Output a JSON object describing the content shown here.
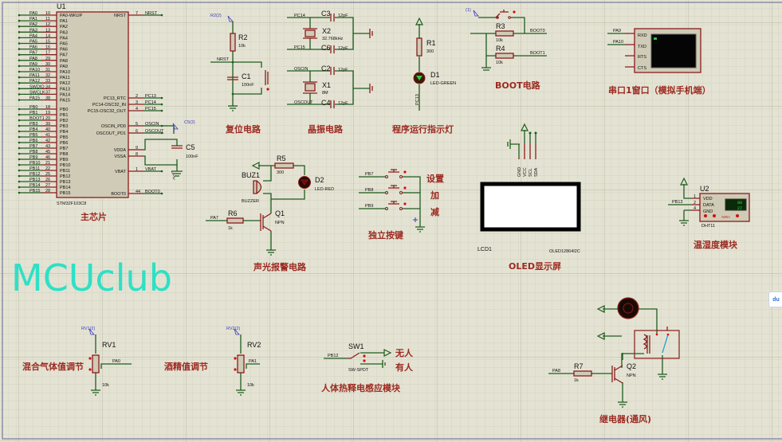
{
  "watermark": "MCUclub",
  "mcu": {
    "ref": "U1",
    "part": "STM32F103C8",
    "title": "主芯片",
    "left_pins": [
      {
        "net": "PA0",
        "num": "10",
        "name": "PA0-WKUP"
      },
      {
        "net": "PA1",
        "num": "11",
        "name": "PA1"
      },
      {
        "net": "PA2",
        "num": "12",
        "name": "PA2"
      },
      {
        "net": "PA3",
        "num": "13",
        "name": "PA3"
      },
      {
        "net": "PA4",
        "num": "14",
        "name": "PA4"
      },
      {
        "net": "PA5",
        "num": "15",
        "name": "PA5"
      },
      {
        "net": "PA6",
        "num": "16",
        "name": "PA6"
      },
      {
        "net": "PA7",
        "num": "17",
        "name": "PA7"
      },
      {
        "net": "PA8",
        "num": "29",
        "name": "PA8"
      },
      {
        "net": "PA9",
        "num": "30",
        "name": "PA9"
      },
      {
        "net": "PA10",
        "num": "31",
        "name": "PA10"
      },
      {
        "net": "PA11",
        "num": "32",
        "name": "PA11"
      },
      {
        "net": "PA12",
        "num": "33",
        "name": "PA12"
      },
      {
        "net": "SWDIO",
        "num": "34",
        "name": "PA13"
      },
      {
        "net": "SWCLK",
        "num": "37",
        "name": "PA14"
      },
      {
        "net": "PA15",
        "num": "38",
        "name": "PA15"
      },
      {
        "net": "PB0",
        "num": "18",
        "name": "PB0"
      },
      {
        "net": "PB1",
        "num": "19",
        "name": "PB1"
      },
      {
        "net": "BOOT1",
        "num": "20",
        "name": "PB2"
      },
      {
        "net": "PB3",
        "num": "39",
        "name": "PB3"
      },
      {
        "net": "PB4",
        "num": "40",
        "name": "PB4"
      },
      {
        "net": "PB5",
        "num": "41",
        "name": "PB5"
      },
      {
        "net": "PB6",
        "num": "42",
        "name": "PB6"
      },
      {
        "net": "PB7",
        "num": "43",
        "name": "PB7"
      },
      {
        "net": "PB8",
        "num": "45",
        "name": "PB8"
      },
      {
        "net": "PB9",
        "num": "46",
        "name": "PB9"
      },
      {
        "net": "PB10",
        "num": "21",
        "name": "PB10"
      },
      {
        "net": "PB11",
        "num": "22",
        "name": "PB11"
      },
      {
        "net": "PB12",
        "num": "25",
        "name": "PB12"
      },
      {
        "net": "PB13",
        "num": "26",
        "name": "PB13"
      },
      {
        "net": "PB14",
        "num": "27",
        "name": "PB14"
      },
      {
        "net": "PB15",
        "num": "28",
        "name": "PB15"
      }
    ],
    "right_pins": [
      {
        "net": "NRST",
        "num": "7",
        "name": "NRST"
      },
      {
        "net": "PC13",
        "num": "2",
        "name": "PC13_RTC"
      },
      {
        "net": "PC14",
        "num": "3",
        "name": "PC14-OSC32_IN"
      },
      {
        "net": "PC15",
        "num": "4",
        "name": "PC15-OSC32_OUT"
      },
      {
        "net": "OSCIN",
        "num": "5",
        "name": "OSCIN_PD0"
      },
      {
        "net": "OSCOUT",
        "num": "6",
        "name": "OSCOUT_PD1"
      },
      {
        "net": "",
        "num": "9",
        "name": "VDDA"
      },
      {
        "net": "",
        "num": "8",
        "name": "VSSA"
      },
      {
        "net": "VBAT",
        "num": "1",
        "name": "VBAT"
      },
      {
        "net": "BOOT0",
        "num": "44",
        "name": "BOOT0"
      }
    ],
    "c5": {
      "ref": "C5",
      "value": "100nF",
      "probe": "C5(2)"
    }
  },
  "reset": {
    "title": "复位电路",
    "probe": "R2(2)",
    "r_ref": "R2",
    "r_val": "10k",
    "net": "NRST",
    "c_ref": "C1",
    "c_val": "100nF"
  },
  "crystal": {
    "title": "晶振电路",
    "pc14": "PC14",
    "pc15": "PC15",
    "oscin": "OSCIN",
    "oscout": "OSCOUT",
    "c3": "C3",
    "c6": "C6",
    "c2": "C2",
    "c4": "C4",
    "cap_val": "12pF",
    "x2": "X2",
    "x2_val": "32.768kHz",
    "x1": "X1",
    "x1_val": "8M"
  },
  "led": {
    "title": "程序运行指示灯",
    "r_ref": "R1",
    "r_val": "300",
    "d_ref": "D1",
    "d_val": "LED-GREEN",
    "net": "PC13"
  },
  "boot": {
    "title": "BOOT电路",
    "probe": "(1)",
    "r3": "R3",
    "r4": "R4",
    "r_val": "10k",
    "boot0": "BOOT0",
    "boot1": "BOOT1"
  },
  "uart": {
    "title": "串口1窗口（模拟手机端）",
    "pa9": "PA9",
    "pa10": "PA10",
    "pins": [
      "RXD",
      "TXD",
      "RTS",
      "CTS"
    ]
  },
  "alarm": {
    "title": "声光报警电路",
    "r5": "R5",
    "r5_val": "300",
    "d2": "D2",
    "d2_val": "LED-RED",
    "buz": "BUZ1",
    "buz_val": "BUZZER",
    "q1": "Q1",
    "q1_val": "NPN",
    "r6": "R6",
    "r6_val": "1k",
    "net": "PA7"
  },
  "keys": {
    "title": "独立按键",
    "nets": [
      "PB7",
      "PB8",
      "PB9"
    ],
    "labels": [
      "设置",
      "加",
      "减"
    ]
  },
  "oled": {
    "title": "OLED显示屏",
    "ref": "LCD1",
    "part": "OLED12864I2C",
    "pins": [
      "GND",
      "VCC",
      "SCL",
      "SDA"
    ]
  },
  "dht": {
    "title": "温湿度模块",
    "ref": "U2",
    "part": "DHT11",
    "net": "PB13",
    "pins": [
      "VDD",
      "DATA",
      "GND"
    ],
    "pin_nums": [
      "1",
      "2",
      "4"
    ],
    "humidity": "80",
    "temperature": "27",
    "unit": "%RH"
  },
  "rv1": {
    "title": "混合气体值调节",
    "probe": "RV1(2)",
    "ref": "RV1",
    "val": "10k",
    "net": "PA0"
  },
  "rv2": {
    "title": "酒精值调节",
    "probe": "RV2(2)",
    "ref": "RV2",
    "val": "10k",
    "net": "PA1"
  },
  "pir": {
    "title": "人体热释电感应模块",
    "ref": "SW1",
    "part": "SW-SPDT",
    "net": "PB12",
    "no_person": "无人",
    "person": "有人"
  },
  "relay": {
    "title": "继电器(通风)",
    "r7": "R7",
    "r7_val": "1k",
    "q2": "Q2",
    "q2_val": "NPN",
    "net": "PA8"
  },
  "side_button": {
    "icon": "translate-icon",
    "label": "du"
  },
  "colors": {
    "wire": "#1e5c1e",
    "component": "#8a1c1c",
    "title": "#9c2a22",
    "watermark": "#2ee0c6",
    "background": "#e4e3d3"
  }
}
